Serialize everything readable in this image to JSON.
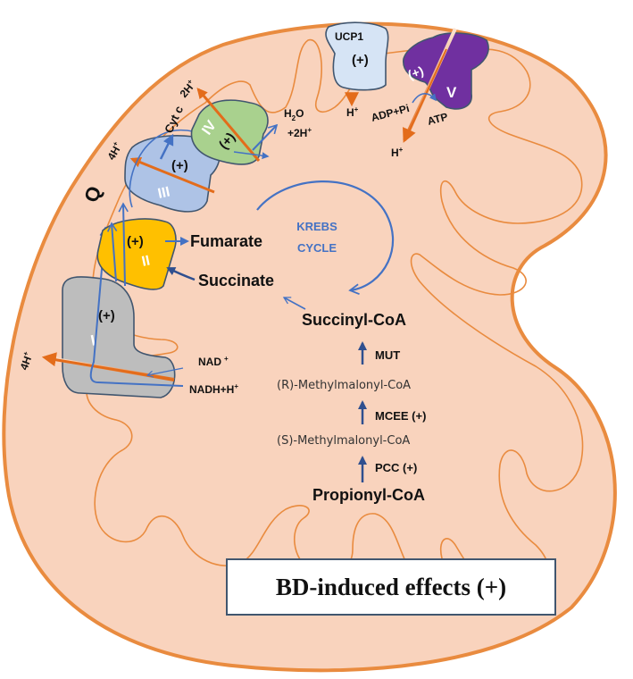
{
  "colors": {
    "matrix_fill": "#f9d3bd",
    "membrane_stroke": "#e98b3f",
    "arrow_blue": "#4472c4",
    "dark_blue": "#2f4f8f",
    "orange_arrow": "#e36c1b",
    "complex_I": "#bdbdbd",
    "complex_II": "#ffc000",
    "complex_III": "#aec3e6",
    "complex_IV": "#a9d18e",
    "complex_V": "#7030a0",
    "ucp1": "#d6e4f5"
  },
  "complexes": {
    "I": {
      "numeral": "I",
      "effect": "(+)"
    },
    "II": {
      "numeral": "II",
      "effect": "(+)"
    },
    "III": {
      "numeral": "III",
      "effect": "(+)"
    },
    "IV": {
      "numeral": "IV",
      "effect": "(+)"
    },
    "V": {
      "numeral": "V",
      "effect": "(+)"
    },
    "ucp1": {
      "label": "UCP1",
      "effect": "(+)"
    }
  },
  "labels": {
    "q": "Q",
    "cyt_c": "Cyt c",
    "h_4_left": "4H",
    "h_4_top": "4H",
    "h_2_top": "2H",
    "h2o": "H",
    "h2o_sub": "2",
    "h2o_tail": "O",
    "plus_2h": "+2H",
    "ucp_h": "H",
    "atp_h": "H",
    "adp_pi": "ADP+Pi",
    "atp": "ATP",
    "nad": "NAD",
    "nadh": "NADH+H",
    "plus": "+"
  },
  "pathway": {
    "fumarate": "Fumarate",
    "succinate": "Succinate",
    "krebs_line1": "KREBS",
    "krebs_line2": "CYCLE",
    "succinyl_coa": "Succinyl-CoA",
    "mut": "MUT",
    "r_methylmalonyl": "(R)-Methylmalonyl-CoA",
    "mcee": "MCEE (+)",
    "s_methylmalonyl": "(S)-Methylmalonyl-CoA",
    "pcc": "PCC (+)",
    "propionyl_coa": "Propionyl-CoA"
  },
  "legend": {
    "text": "BD-induced effects (+)"
  }
}
